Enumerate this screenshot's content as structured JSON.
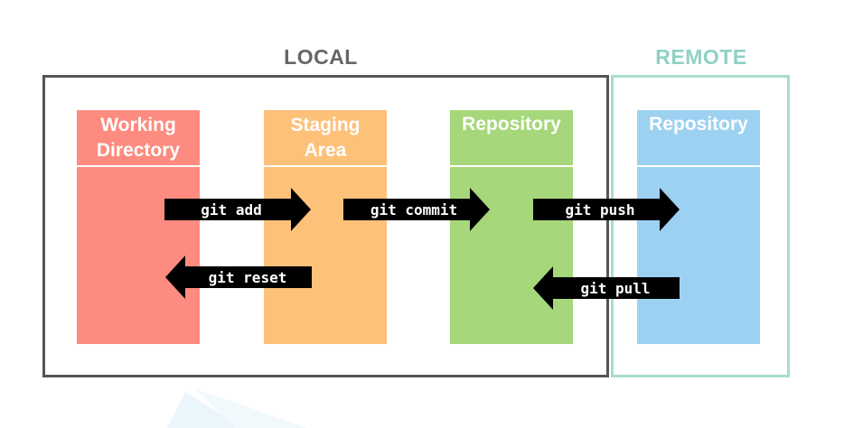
{
  "sections": {
    "local": "LOCAL",
    "remote": "REMOTE"
  },
  "columns": {
    "working_directory": {
      "line1": "Working",
      "line2": "Directory"
    },
    "staging_area": {
      "line1": "Staging",
      "line2": "Area"
    },
    "local_repository": {
      "line1": "Repository"
    },
    "remote_repository": {
      "line1": "Repository"
    }
  },
  "arrows": {
    "add": "git add",
    "commit": "git commit",
    "push": "git push",
    "reset": "git reset",
    "pull": "git pull"
  },
  "colors": {
    "local_frame": "#555555",
    "remote_frame": "#a9dccf",
    "working_directory": "#fd8b7f",
    "staging_area": "#fdc17a",
    "local_repository": "#a6d77a",
    "remote_repository": "#9dd1f1",
    "arrow": "#000000"
  }
}
